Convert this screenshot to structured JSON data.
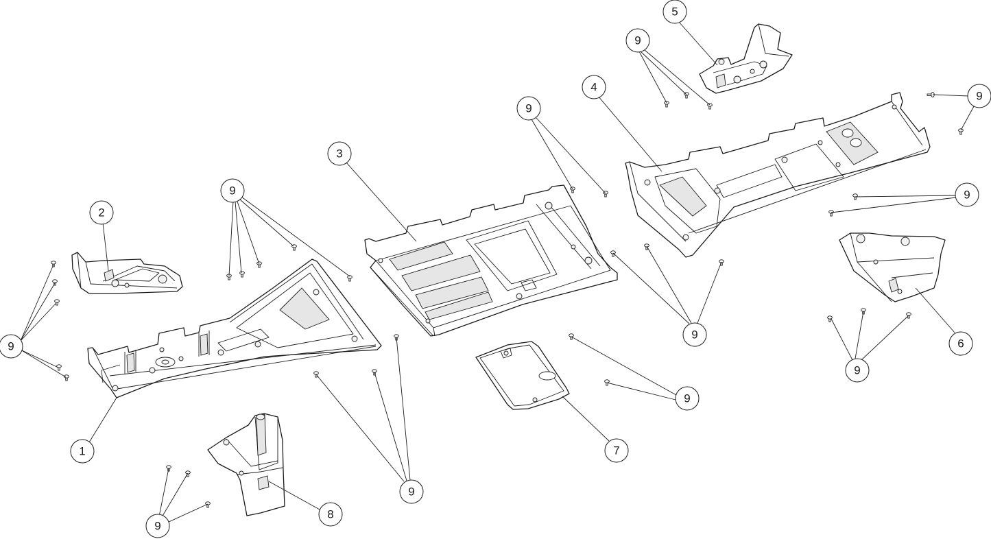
{
  "callouts": {
    "part_1": "1",
    "part_2": "2",
    "part_3": "3",
    "part_4": "4",
    "part_5": "5",
    "part_6": "6",
    "part_7": "7",
    "part_8": "8",
    "screw": "9"
  },
  "colors": {
    "line": "#1a1a1a",
    "fill": "#ffffff",
    "shade": "#e6e6e6"
  }
}
